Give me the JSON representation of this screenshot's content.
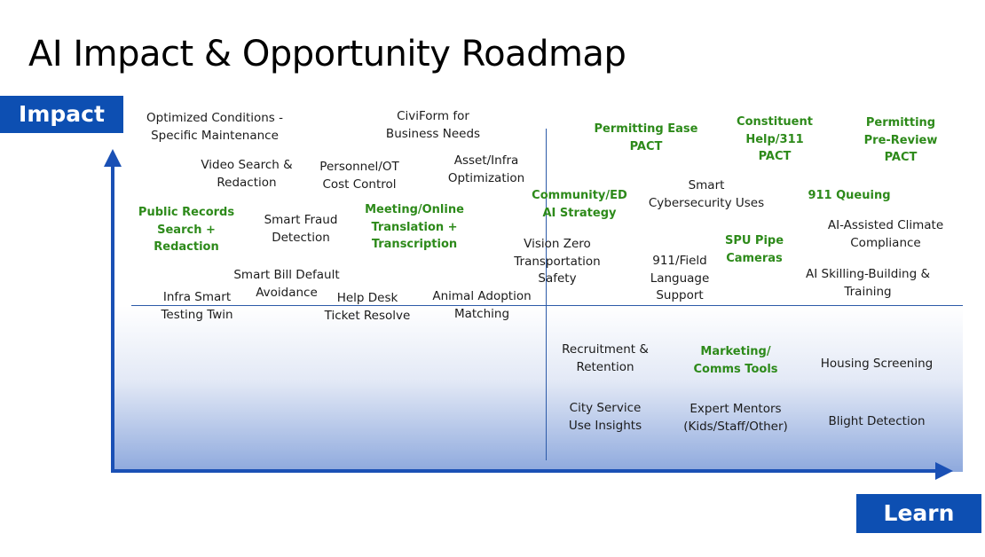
{
  "title": "AI Impact & Opportunity Roadmap",
  "axes": {
    "y_label": "Impact",
    "x_label": "Learn"
  },
  "colors": {
    "axis": "#1a50b5",
    "label_box": "#0d4fb2",
    "highlight_text": "#2d8a1a",
    "text": "#1b1b1b"
  },
  "items": [
    {
      "id": "optimized-conditions",
      "text": "Optimized Conditions -\nSpecific Maintenance",
      "highlight": false
    },
    {
      "id": "civiform",
      "text": "CiviForm for\nBusiness Needs",
      "highlight": false
    },
    {
      "id": "permitting-ease",
      "text": "Permitting Ease\nPACT",
      "highlight": true
    },
    {
      "id": "constituent-help",
      "text": "Constituent\nHelp/311\nPACT",
      "highlight": true
    },
    {
      "id": "permitting-prereview",
      "text": "Permitting\nPre-Review\nPACT",
      "highlight": true
    },
    {
      "id": "video-search",
      "text": "Video Search &\nRedaction",
      "highlight": false
    },
    {
      "id": "personnel-ot",
      "text": "Personnel/OT\nCost Control",
      "highlight": false
    },
    {
      "id": "asset-infra",
      "text": "Asset/Infra\nOptimization",
      "highlight": false
    },
    {
      "id": "smart-cybersecurity",
      "text": "Smart\nCybersecurity Uses",
      "highlight": false
    },
    {
      "id": "community-ed",
      "text": "Community/ED\nAI Strategy",
      "highlight": true
    },
    {
      "id": "911-queuing",
      "text": "911 Queuing",
      "highlight": true
    },
    {
      "id": "public-records",
      "text": "Public Records\nSearch +\nRedaction",
      "highlight": true
    },
    {
      "id": "smart-fraud",
      "text": "Smart Fraud\nDetection",
      "highlight": false
    },
    {
      "id": "meeting-translation",
      "text": "Meeting/Online\nTranslation +\nTranscription",
      "highlight": true
    },
    {
      "id": "ai-climate",
      "text": "AI-Assisted Climate\nCompliance",
      "highlight": false
    },
    {
      "id": "spu-pipe",
      "text": "SPU Pipe\nCameras",
      "highlight": true
    },
    {
      "id": "vision-zero",
      "text": "Vision Zero\nTransportation\nSafety",
      "highlight": false
    },
    {
      "id": "911-field",
      "text": "911/Field\nLanguage\nSupport",
      "highlight": false
    },
    {
      "id": "smart-bill",
      "text": "Smart Bill Default\nAvoidance",
      "highlight": false
    },
    {
      "id": "ai-skilling",
      "text": "AI Skilling-Building &\nTraining",
      "highlight": false
    },
    {
      "id": "infra-smart",
      "text": "Infra Smart\nTesting Twin",
      "highlight": false
    },
    {
      "id": "help-desk",
      "text": "Help Desk\nTicket Resolve",
      "highlight": false
    },
    {
      "id": "animal-adoption",
      "text": "Animal Adoption\nMatching",
      "highlight": false
    },
    {
      "id": "recruitment",
      "text": "Recruitment &\nRetention",
      "highlight": false
    },
    {
      "id": "marketing",
      "text": "Marketing/\nComms Tools",
      "highlight": true
    },
    {
      "id": "housing",
      "text": "Housing Screening",
      "highlight": false
    },
    {
      "id": "city-service",
      "text": "City Service\nUse Insights",
      "highlight": false
    },
    {
      "id": "expert-mentors",
      "text": "Expert Mentors\n(Kids/Staff/Other)",
      "highlight": false
    },
    {
      "id": "blight",
      "text": "Blight Detection",
      "highlight": false
    }
  ]
}
